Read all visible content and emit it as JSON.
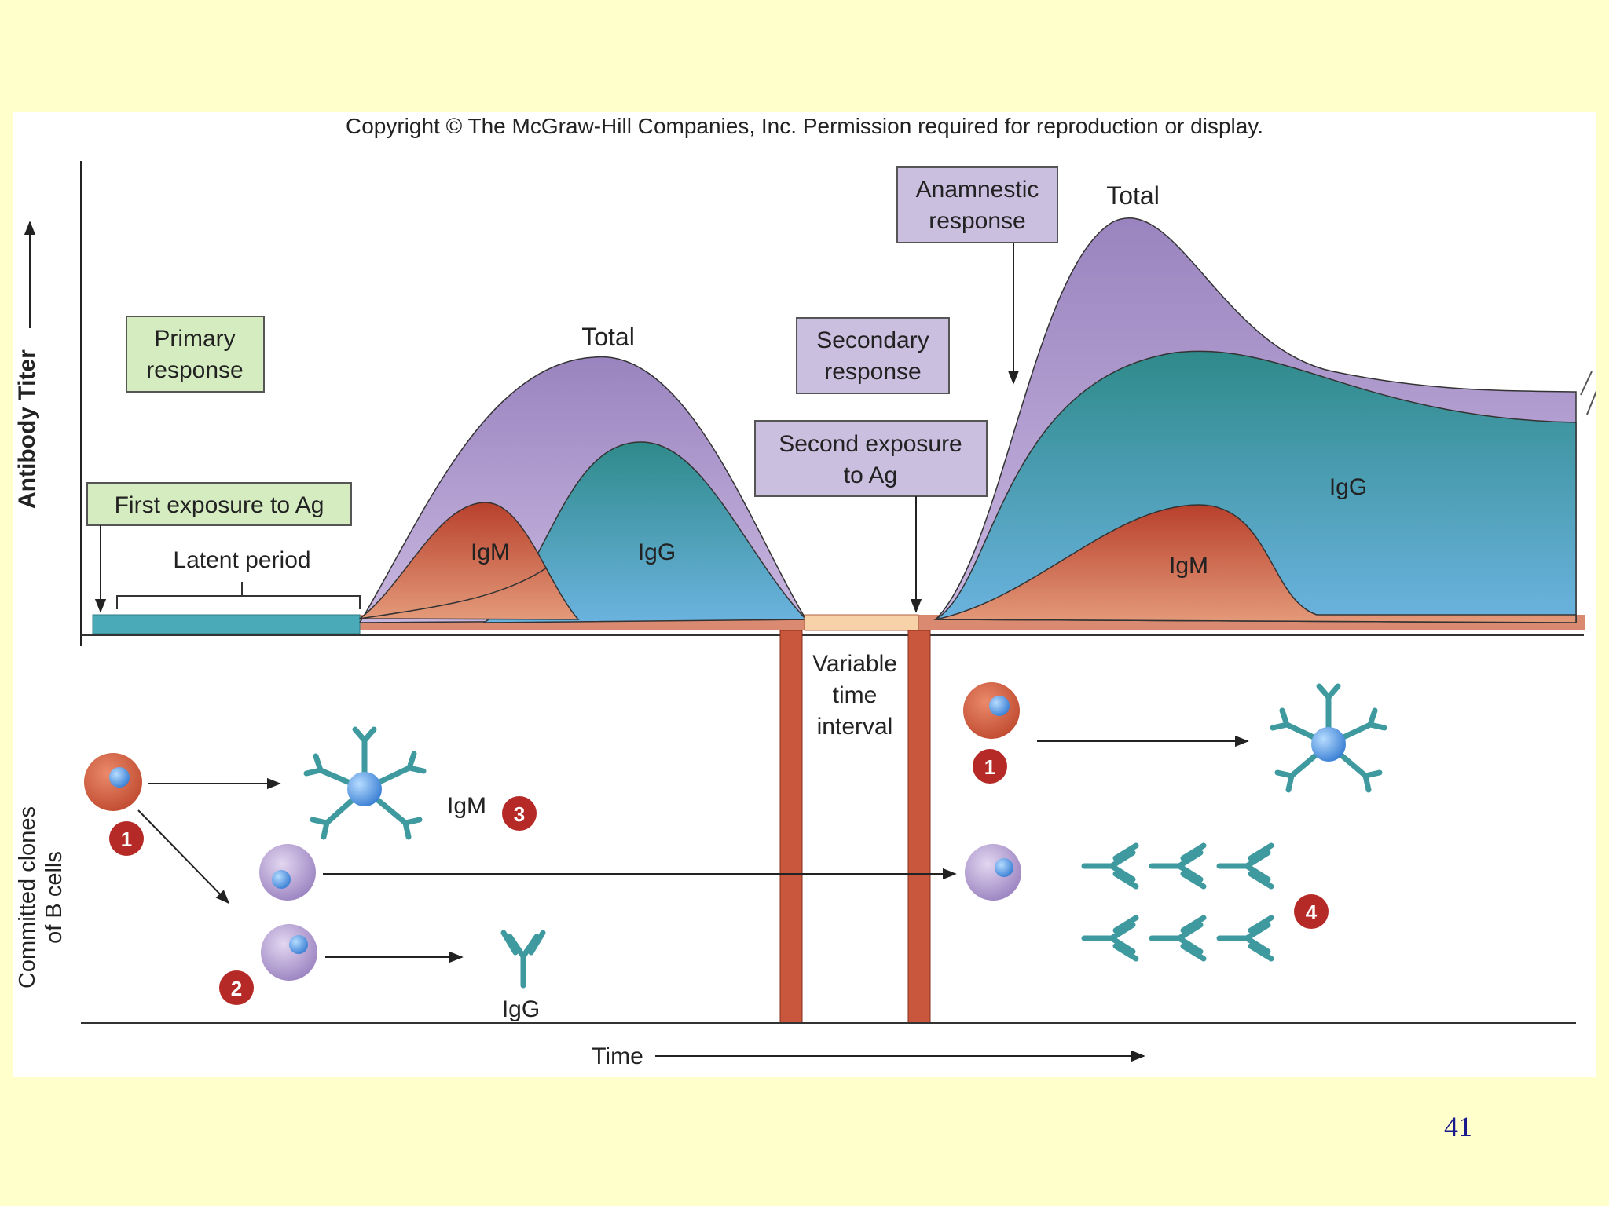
{
  "copyright": "Copyright © The McGraw-Hill Companies, Inc. Permission required for reproduction or display.",
  "axes": {
    "y_top": "Antibody Titer",
    "y_bottom_line1": "Committed clones",
    "y_bottom_line2": "of B cells",
    "x": "Time"
  },
  "boxes": {
    "primary_line1": "Primary",
    "primary_line2": "response",
    "first_exposure": "First exposure to Ag",
    "secondary_line1": "Secondary",
    "secondary_line2": "response",
    "second_exposure_line1": "Second exposure",
    "second_exposure_line2": "to Ag",
    "anamnestic_line1": "Anamnestic",
    "anamnestic_line2": "response"
  },
  "curve_labels": {
    "latent_period": "Latent period",
    "total_primary": "Total",
    "igm_primary": "IgM",
    "igg_primary": "IgG",
    "total_secondary": "Total",
    "igg_secondary": "IgG",
    "igm_secondary": "IgM"
  },
  "interval": {
    "line1": "Variable",
    "line2": "time",
    "line3": "interval"
  },
  "cell_labels": {
    "igm": "IgM",
    "igg": "IgG"
  },
  "badges": {
    "b1": "1",
    "b2": "2",
    "b3": "3",
    "b1_secondary": "1",
    "b4": "4"
  },
  "colors": {
    "background": "#ffffcc",
    "total_purple": "#a58fc4",
    "igg_teal": "#3f92a0",
    "igm_red": "#c0533a",
    "green_box": "#d4ecc0",
    "purple_box": "#cbbfe0",
    "slide_number": "#1a1a8c"
  },
  "slide_number": "41"
}
